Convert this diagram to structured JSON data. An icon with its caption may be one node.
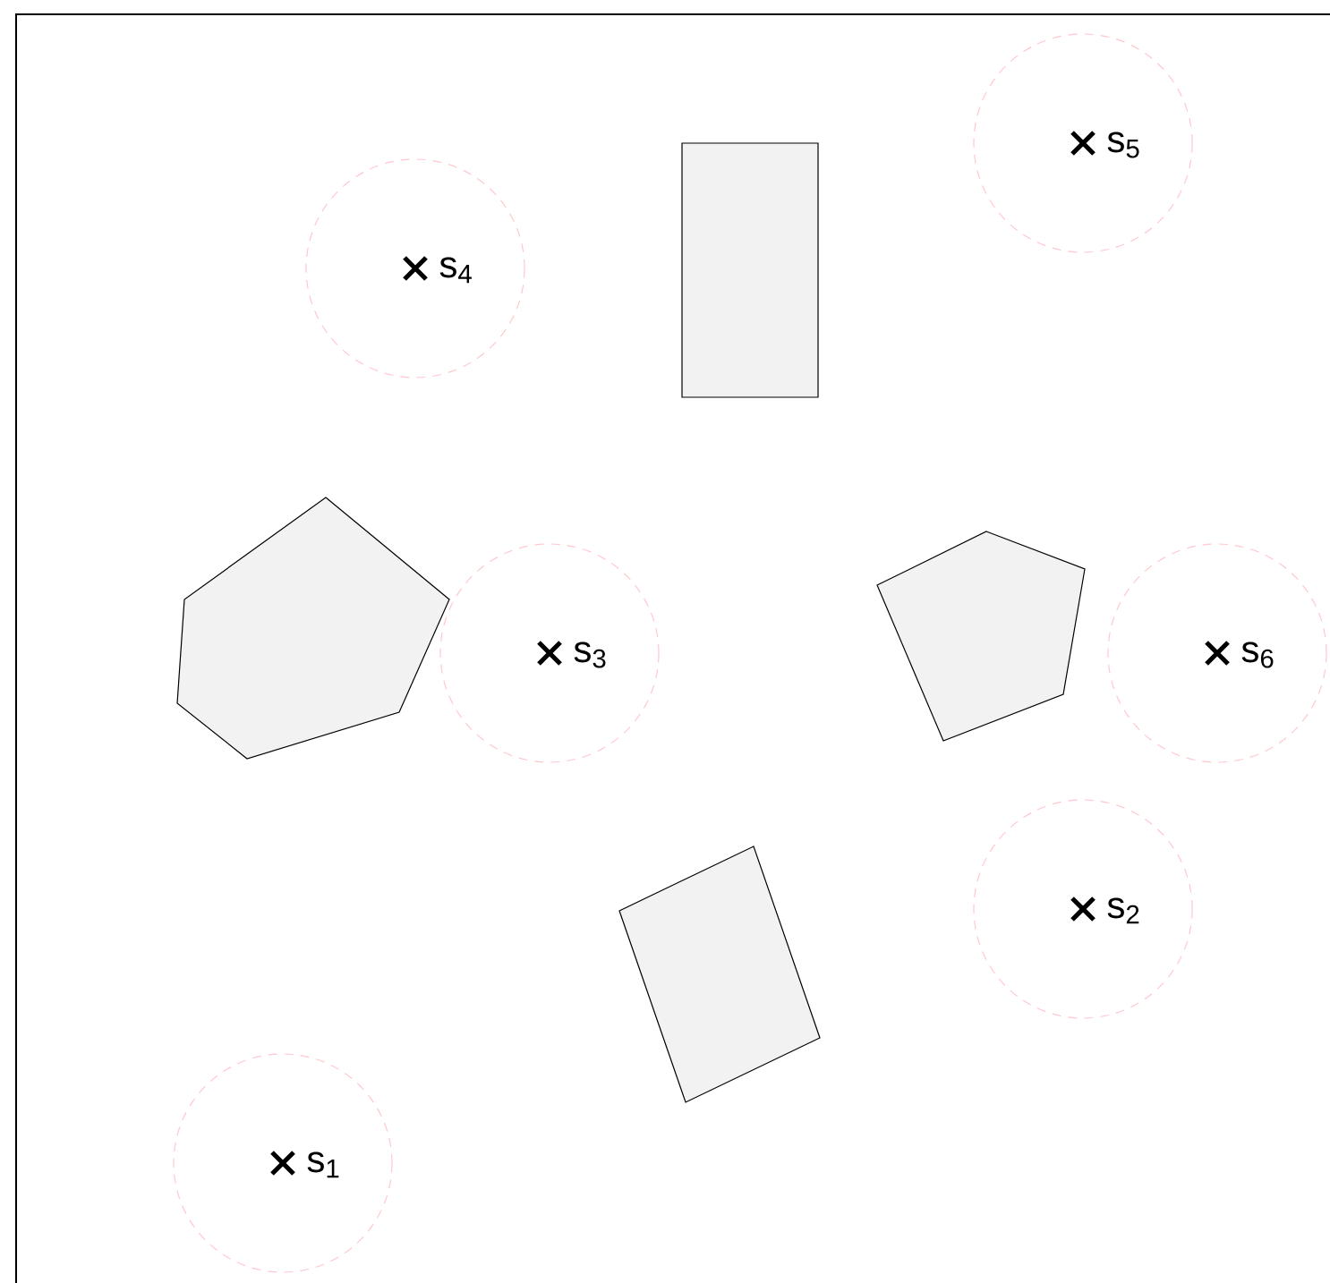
{
  "diagram": {
    "nodes": [
      {
        "text": [
          "s$_{5}$"
        ]
      },
      {
        "text": [
          "s$_{4}$"
        ]
      },
      {
        "text": [],
        "shape": "box"
      },
      {
        "text": [],
        "shape": "hexagon"
      },
      {
        "text": [
          "s$_{3}$"
        ]
      },
      {
        "text": [],
        "shape": "pentagon"
      },
      {
        "text": [
          "s$_{6}$"
        ]
      },
      {
        "text": [
          "s$_{2}$"
        ]
      },
      {
        "text": [],
        "shape": "box"
      },
      {
        "text": [
          "s$_{1}$"
        ]
      }
    ]
  }
}
